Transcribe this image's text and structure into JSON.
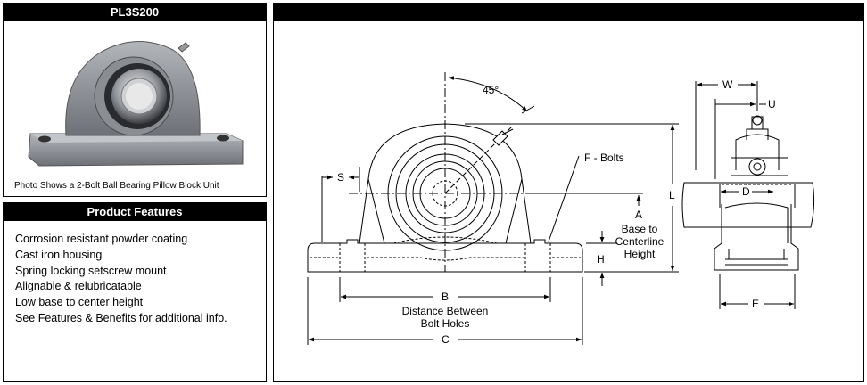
{
  "photo_panel": {
    "title": "PL3S200",
    "caption": "Photo Shows a 2-Bolt Ball Bearing Pillow Block Unit"
  },
  "features_panel": {
    "title": "Product Features",
    "items": [
      "Corrosion resistant powder coating",
      "Cast iron housing",
      "Spring locking setscrew mount",
      "Alignable & relubricatable",
      "Low base to center height",
      "See Features & Benefits for additional info."
    ]
  },
  "drawing": {
    "angle_label": "45°",
    "bolts_label": "F - Bolts",
    "dim_s": "S",
    "dim_a": "A",
    "base_line1": "Base to",
    "base_line2": "Centerline",
    "base_line3": "Height",
    "dim_h": "H",
    "dim_b": "B",
    "b_line1": "Distance Between",
    "b_line2": "Bolt Holes",
    "dim_c": "C",
    "dim_l": "L",
    "dim_w": "W",
    "dim_u": "U",
    "dim_d": "D",
    "dim_e": "E"
  },
  "colors": {
    "header_bg": "#000000",
    "housing_gray": "#8c8f95"
  }
}
